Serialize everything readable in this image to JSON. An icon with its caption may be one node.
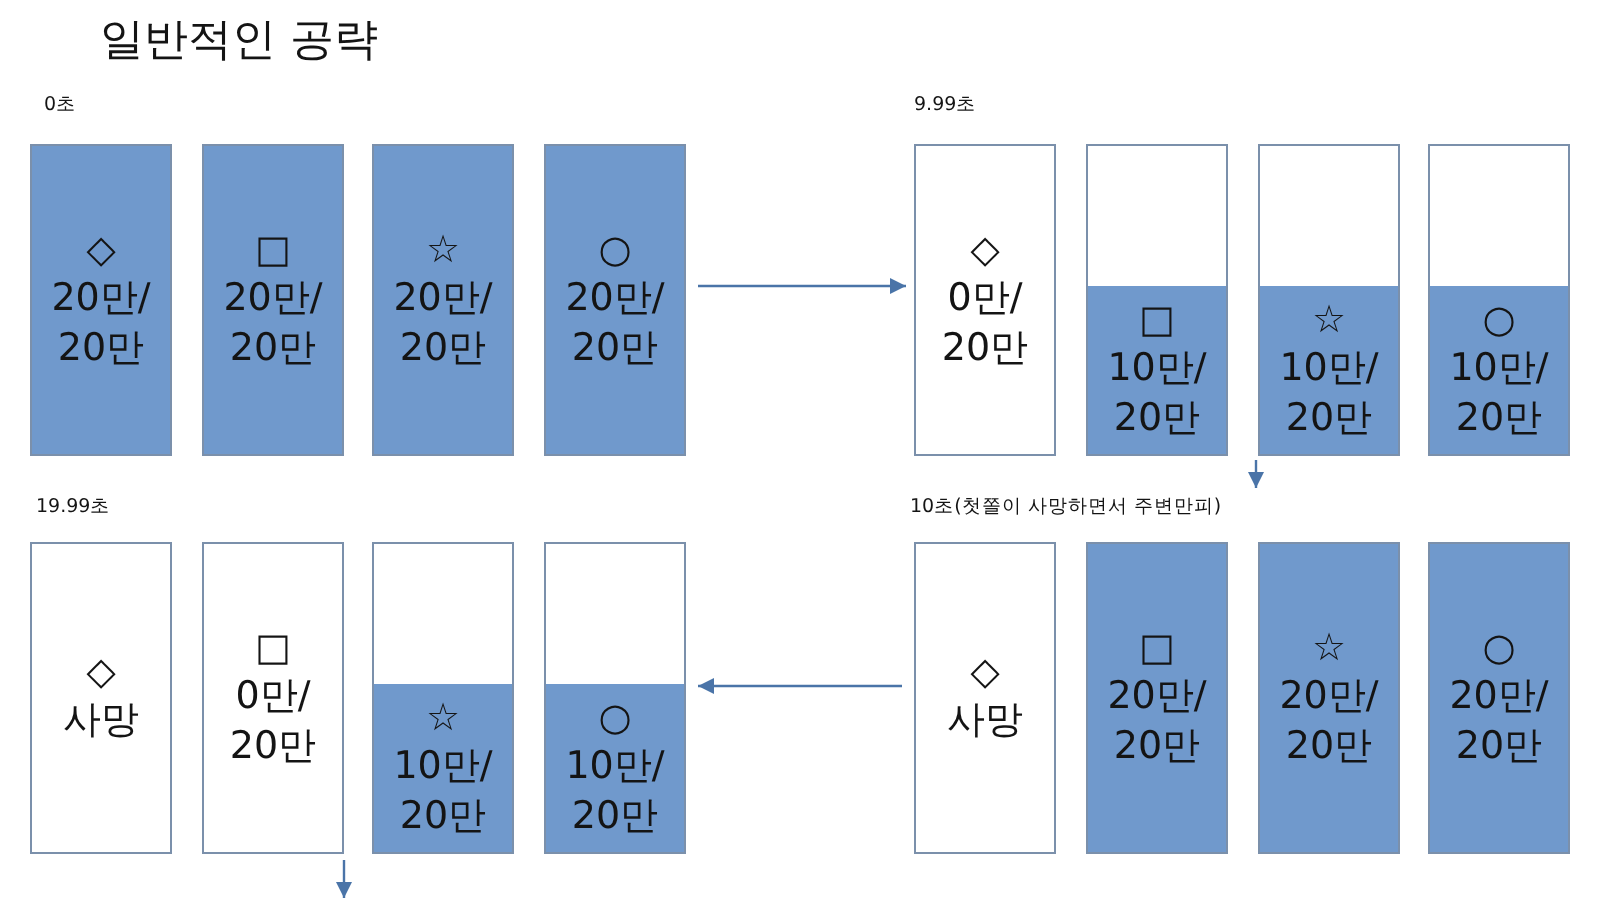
{
  "diagram": {
    "title": "일반적인 공략",
    "nodes": [
      {
        "text": [
          "0초"
        ]
      },
      {
        "text": [
          "◇",
          "20만/20만"
        ],
        "in": 0
      },
      {
        "text": [
          "□",
          "20만/20만"
        ],
        "in": 0
      },
      {
        "text": [
          "☆",
          "20만/20만"
        ],
        "in": 0
      },
      {
        "text": [
          "○",
          "20만/20만"
        ],
        "in": 0
      },
      {
        "text": [
          "9.99초"
        ]
      },
      {
        "text": [
          "◇",
          "0만/20만"
        ],
        "in": 5
      },
      {
        "text": [
          "□",
          "10만/20만"
        ],
        "in": 5
      },
      {
        "text": [
          "☆",
          "10만/20만"
        ],
        "in": 5
      },
      {
        "text": [
          "○",
          "10만/20만"
        ],
        "in": 5
      },
      {
        "text": [
          "19.99초"
        ]
      },
      {
        "text": [
          "◇",
          "사망"
        ],
        "in": 10
      },
      {
        "text": [
          "□",
          "0만/20만"
        ],
        "in": 10
      },
      {
        "text": [
          "☆",
          "10만/20만"
        ],
        "in": 10
      },
      {
        "text": [
          "○",
          "10만/20만"
        ],
        "in": 10
      },
      {
        "text": [
          "10초(첫쫄이 사망하면서 주변만피)"
        ]
      },
      {
        "text": [
          "◇",
          "사망"
        ],
        "in": 15
      },
      {
        "text": [
          "□",
          "20만/20만"
        ],
        "in": 15
      },
      {
        "text": [
          "☆",
          "20만/20만"
        ],
        "in": 15
      },
      {
        "text": [
          "○",
          "20만/20만"
        ],
        "in": 15
      }
    ],
    "edges": [
      {
        "from": 0,
        "to": 5,
        "arrow": "to"
      },
      {
        "from": 5,
        "to": 15,
        "arrow": "to"
      },
      {
        "from": 15,
        "to": 10,
        "arrow": "to"
      },
      {
        "from": 10,
        "to": null,
        "arrow": "to"
      }
    ]
  }
}
